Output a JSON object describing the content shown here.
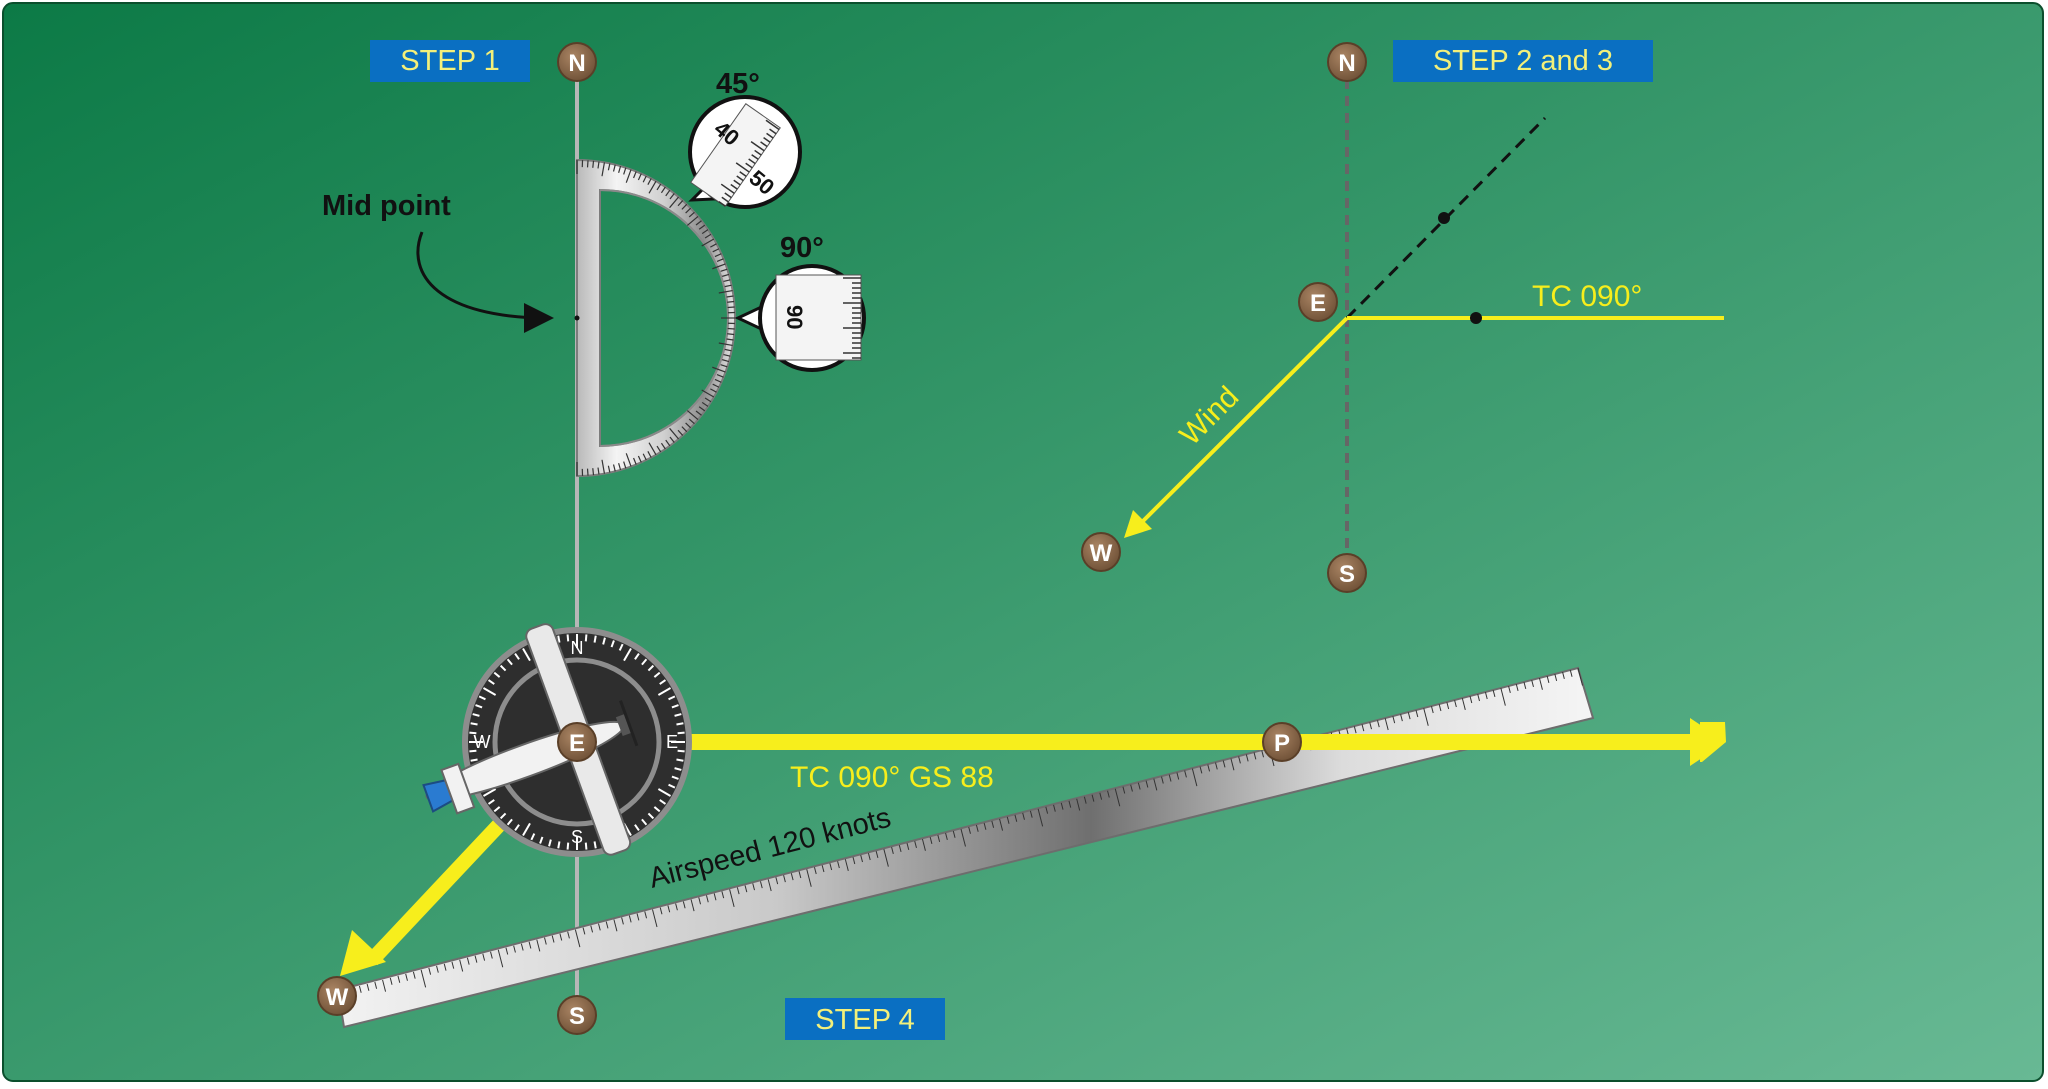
{
  "steps": {
    "step1": "STEP 1",
    "step23": "STEP 2 and 3",
    "step4": "STEP 4"
  },
  "compass": {
    "north": "N",
    "south": "S",
    "east": "E",
    "west": "W",
    "point": "P"
  },
  "labels": {
    "mid_point": "Mid point",
    "angle_45": "45°",
    "angle_90": "90°",
    "mag_40": "40",
    "mag_50": "50",
    "mag_90": "90",
    "tc_090": "TC 090°",
    "wind": "Wind",
    "tc_gs": "TC 090° GS 88",
    "airspeed": "Airspeed 120 knots"
  },
  "colors": {
    "background_start": "#0c7a46",
    "background_end": "#68b994",
    "label_box": "#0a6fc2",
    "label_text": "#f3f07a",
    "yellow_line": "#f7ee1c",
    "badge": "#8b6a4a",
    "black": "#111111"
  }
}
